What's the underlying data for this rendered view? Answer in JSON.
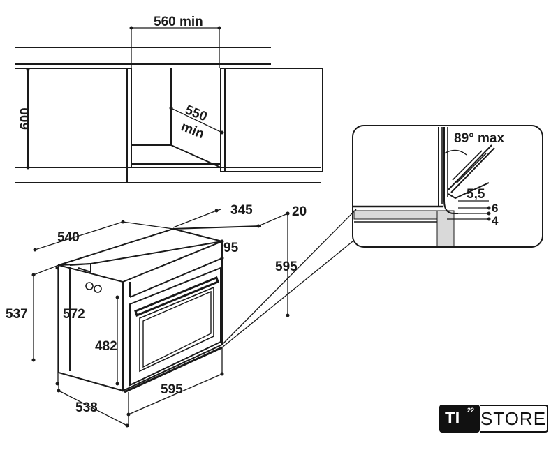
{
  "diagram": {
    "niche": {
      "width_label": "560 min",
      "height_label": "600",
      "depth_label_line1": "550",
      "depth_label_line2": "min"
    },
    "oven": {
      "label_540": "540",
      "label_345": "345",
      "label_20": "20",
      "label_95": "95",
      "label_595_height": "595",
      "label_537": "537",
      "label_572": "572",
      "label_482": "482",
      "label_595_width": "595",
      "label_538": "538"
    },
    "detail": {
      "angle_label": "89° max",
      "label_5_5": "5,5",
      "label_6": "6",
      "label_4": "4"
    }
  },
  "logo": {
    "badge_text": "TI",
    "badge_superscript": "22",
    "word": "STORE"
  }
}
